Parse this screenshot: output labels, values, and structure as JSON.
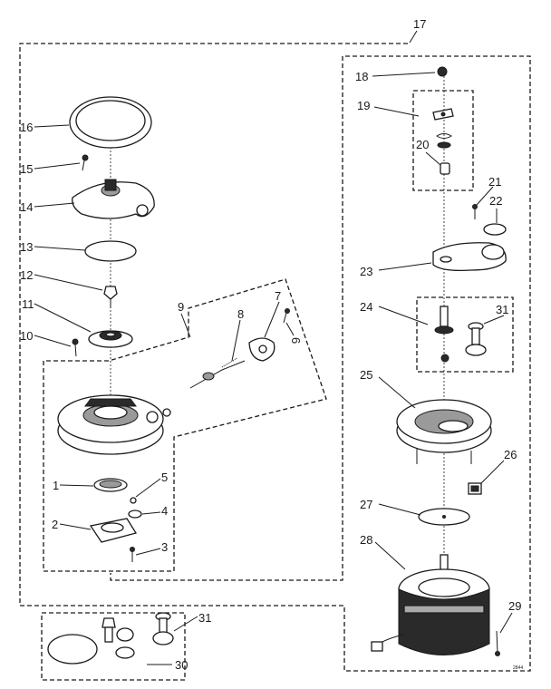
{
  "diagram": {
    "callouts": [
      {
        "id": "c1",
        "text": "1"
      },
      {
        "id": "c2",
        "text": "2"
      },
      {
        "id": "c3",
        "text": "3"
      },
      {
        "id": "c4",
        "text": "4"
      },
      {
        "id": "c5",
        "text": "5"
      },
      {
        "id": "c6",
        "text": "6"
      },
      {
        "id": "c7",
        "text": "7"
      },
      {
        "id": "c8",
        "text": "8"
      },
      {
        "id": "c9",
        "text": "9"
      },
      {
        "id": "c10",
        "text": "10"
      },
      {
        "id": "c11",
        "text": "11"
      },
      {
        "id": "c12",
        "text": "12"
      },
      {
        "id": "c13",
        "text": "13"
      },
      {
        "id": "c14",
        "text": "14"
      },
      {
        "id": "c15",
        "text": "15"
      },
      {
        "id": "c16",
        "text": "16"
      },
      {
        "id": "c17",
        "text": "17"
      },
      {
        "id": "c18",
        "text": "18"
      },
      {
        "id": "c19",
        "text": "19"
      },
      {
        "id": "c20",
        "text": "20"
      },
      {
        "id": "c21",
        "text": "21"
      },
      {
        "id": "c22",
        "text": "22"
      },
      {
        "id": "c23",
        "text": "23"
      },
      {
        "id": "c24",
        "text": "24"
      },
      {
        "id": "c25",
        "text": "25"
      },
      {
        "id": "c26",
        "text": "26"
      },
      {
        "id": "c27",
        "text": "27"
      },
      {
        "id": "c28",
        "text": "28"
      },
      {
        "id": "c29",
        "text": "29"
      },
      {
        "id": "c30",
        "text": "30"
      },
      {
        "id": "c31a",
        "text": "31"
      },
      {
        "id": "c31b",
        "text": "31"
      }
    ],
    "corner_code": "2844"
  }
}
